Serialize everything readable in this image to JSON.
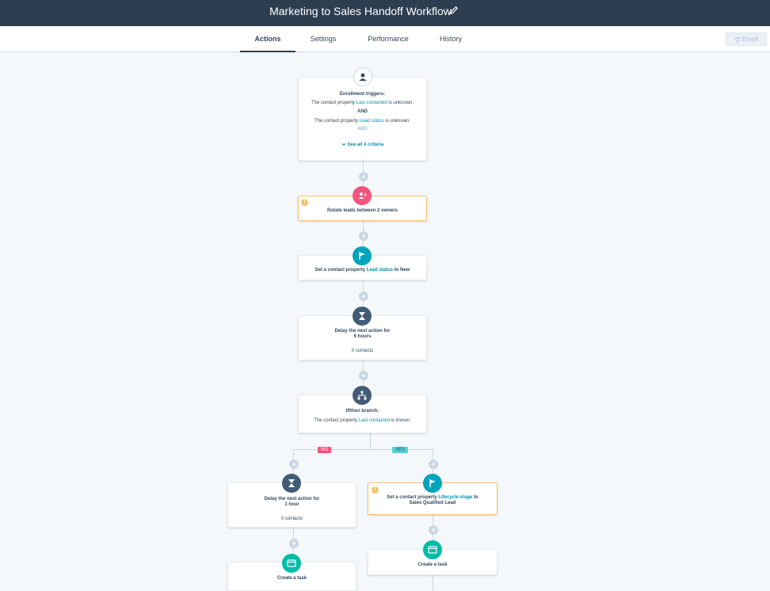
{
  "header": {
    "title": "Marketing to Sales Handoff Workflow"
  },
  "tabs": [
    {
      "label": "Actions"
    },
    {
      "label": "Settings"
    },
    {
      "label": "Performance"
    },
    {
      "label": "History"
    }
  ],
  "enroll_label": "Enroll",
  "trigger": {
    "heading": "Enrollment triggers:",
    "c1_pre": "The contact property",
    "c1_prop": "Last contacted",
    "c1_post": "is unknown.",
    "and1": "AND",
    "c2_pre": "The contact property",
    "c2_prop": "Lead status",
    "c2_post": "is unknown.",
    "and2": "AND",
    "see_all": "See all 4 criteria"
  },
  "rotate": {
    "label": "Rotate leads between 2 owners"
  },
  "set_lead": {
    "pre": "Set a contact property",
    "prop": "Lead status",
    "post": "to New"
  },
  "delay1": {
    "line1": "Delay the next action for",
    "line2": "6 hours",
    "contacts": "0 contacts"
  },
  "branch": {
    "heading": "If/then branch:",
    "pre": "The contact property",
    "prop": "Last contacted",
    "post": "is known."
  },
  "tags": {
    "no": "NO",
    "yes": "YES"
  },
  "delay2": {
    "line1": "Delay the next action for",
    "line2": "1 hour",
    "contacts": "0 contacts"
  },
  "set_stage": {
    "pre": "Set a contact property",
    "prop": "Lifecycle stage",
    "post": "to",
    "line2": "Sales Qualified Lead"
  },
  "task_left": {
    "label": "Create a task"
  },
  "task_right": {
    "label": "Create a task"
  },
  "colors": {
    "navy": "#2d3e50",
    "teal": "#00a4bd",
    "pink": "#f2547d",
    "green": "#00bda5",
    "warning": "#f5c26b"
  },
  "icons": [
    "edit-icon",
    "refresh-icon",
    "contact-icon",
    "warning-icon",
    "rotate-owner-icon",
    "flag-icon",
    "hourglass-icon",
    "branch-icon",
    "task-icon",
    "plus-icon",
    "chevron-down-icon"
  ]
}
